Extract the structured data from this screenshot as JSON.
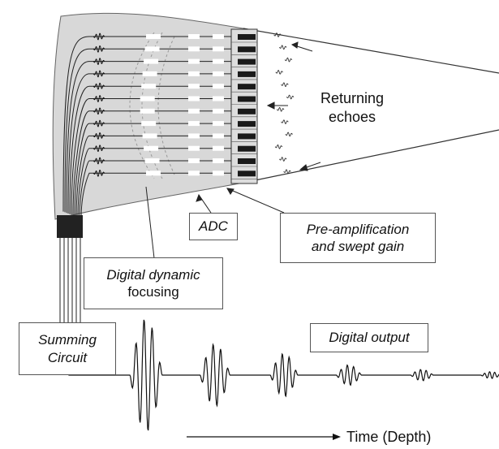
{
  "labels": {
    "returning_echoes_line1": "Returning",
    "returning_echoes_line2": "echoes",
    "adc": "ADC",
    "preamp_line1": "Pre-amplification",
    "preamp_line2": "and swept gain",
    "focusing_line1": "Digital dynamic",
    "focusing_line2": "focusing",
    "summing_line1": "Summing",
    "summing_line2": "Circuit",
    "digital_output": "Digital output",
    "time_depth": "Time (Depth)"
  },
  "channels": 12,
  "output_pulse_amplitudes": [
    1.0,
    0.55,
    0.38,
    0.18,
    0.1,
    0.06
  ],
  "colors": {
    "housing_fill": "#d8d8d8",
    "element_black": "#1a1a1a",
    "line": "#111111"
  }
}
